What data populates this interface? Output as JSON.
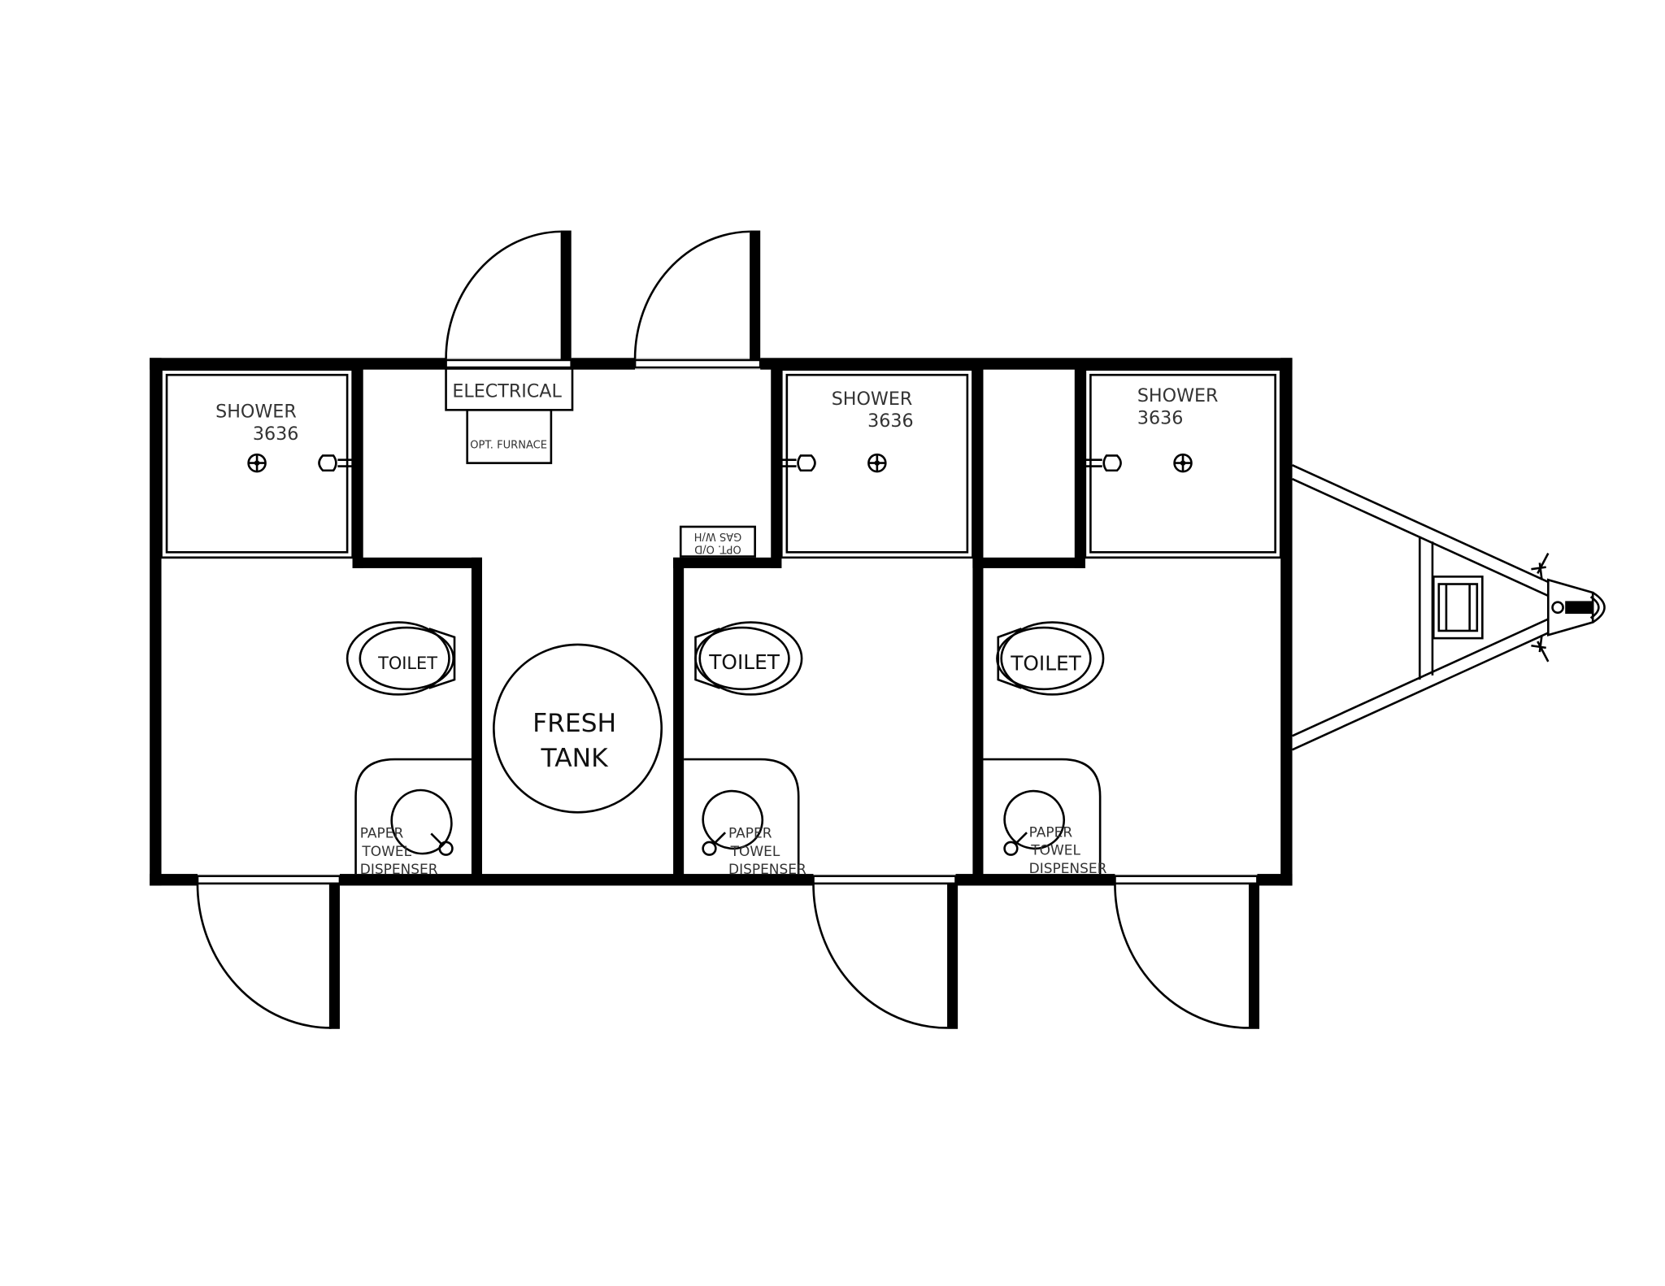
{
  "labels": {
    "shower": "SHOWER",
    "shower_size": "3636",
    "toilet": "TOILET",
    "electrical": "ELECTRICAL",
    "furnace": "OPT. FURNACE",
    "water_heater_line1": "OPT. O/D",
    "water_heater_line2": "GAS W/H",
    "fresh_tank_line1": "FRESH",
    "fresh_tank_line2": "TANK",
    "paper": "PAPER",
    "towel": "TOWEL",
    "dispenser": "DISPENSER"
  },
  "colors": {
    "wall": "#000000",
    "text": "#333333",
    "background": "#ffffff"
  }
}
